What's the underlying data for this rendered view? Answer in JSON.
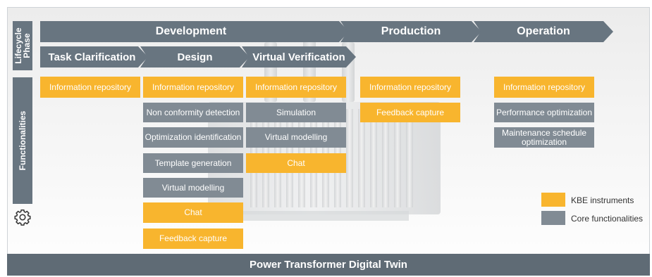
{
  "side_labels": {
    "lifecycle": "Lifecycle Phase",
    "functionalities": "Functionalities"
  },
  "phases": {
    "development": "Development",
    "production": "Production",
    "operation": "Operation"
  },
  "subphases": {
    "task_clarification": "Task Clarification",
    "design": "Design",
    "virtual_verification": "Virtual Verification"
  },
  "columns": {
    "task_clarification": [
      "Information repository"
    ],
    "design": [
      "Information repository",
      "Non conformity detection",
      "Optimization identification",
      "Template generation",
      "Virtual modelling",
      "Chat",
      "Feedback capture"
    ],
    "virtual_verification": [
      "Information repository",
      "Simulation",
      "Virtual modelling",
      "Chat"
    ],
    "production": [
      "Information repository",
      "Feedback capture"
    ],
    "operation": [
      "Information repository",
      "Performance optimization",
      "Maintenance schedule optimization"
    ]
  },
  "legend": {
    "kbe": "KBE instruments",
    "core": "Core functionalities"
  },
  "colors": {
    "kbe": "#f8b52e",
    "core": "#818b94",
    "phase": "#687580"
  },
  "icon": "gear-icon",
  "footer": "Power Transformer Digital Twin"
}
